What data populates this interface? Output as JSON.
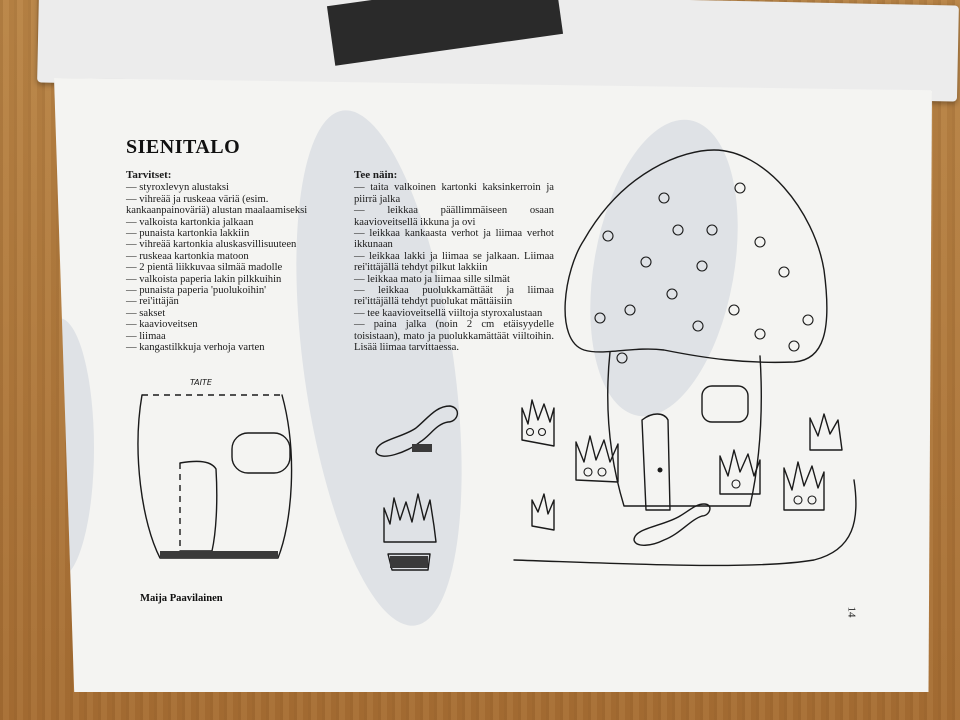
{
  "article": {
    "title": "SIENITALO",
    "materials": {
      "heading": "Tarvitset:",
      "items": [
        "— styroxlevyn alustaksi",
        "— vihreää ja ruskeaa väriä (esim. kankaanpainoväriä) alustan maalaamiseksi",
        "— valkoista kartonkia jalkaan",
        "— punaista kartonkia lakkiin",
        "— vihreää kartonkia aluskasvillisuuteen",
        "— ruskeaa kartonkia matoon",
        "— 2 pientä liikkuvaa silmää madolle",
        "— valkoista paperia lakin pilkkuihin",
        "— punaista paperia 'puolukoihin'",
        "— rei'ittäjän",
        "— sakset",
        "— kaavioveitsen",
        "— liimaa",
        "— kangastilkkuja verhoja varten"
      ]
    },
    "instructions": {
      "heading": "Tee näin:",
      "items": [
        "— taita valkoinen kartonki kaksinkerroin ja piirrä jalka",
        "— leikkaa päällimmäiseen osaan kaavioveitsellä ikkuna ja ovi",
        "— leikkaa kankaasta verhot ja liimaa verhot ikkunaan",
        "— leikkaa lakki ja liimaa se jalkaan. Liimaa rei'ittäjällä tehdyt pilkut lakkiin",
        "— leikkaa mato ja liimaa sille silmät",
        "— leikkaa puolukkamättäät ja liimaa rei'ittäjällä tehdyt puolukat mättäisiin",
        "— tee kaavioveitsellä viiltoja styroxalustaan",
        "— paina jalka (noin 2 cm etäisyydelle toisistaan), mato ja puolukkamättäät viiltoihin. Lisää liimaa tarvittaessa."
      ]
    },
    "diagram_label": "TAITE",
    "author": "Maija Paavilainen",
    "page_number": "14"
  }
}
